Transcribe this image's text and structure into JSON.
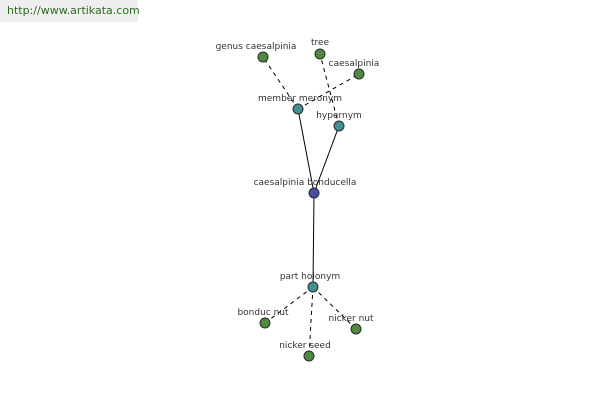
{
  "watermark": "http://www.artikata.com",
  "colors": {
    "leaf": "#4f8a3f",
    "relation": "#3f8f95",
    "center": "#4a4aa8"
  },
  "nodes": [
    {
      "id": "center",
      "label": "caesalpinia bonducella",
      "kind": "center"
    },
    {
      "id": "member-meronym",
      "label": "member meronym",
      "kind": "relation"
    },
    {
      "id": "hypernym",
      "label": "hypernym",
      "kind": "relation"
    },
    {
      "id": "part-holonym",
      "label": "part holonym",
      "kind": "relation"
    },
    {
      "id": "genus-caesalpinia",
      "label": "genus caesalpinia",
      "kind": "leaf"
    },
    {
      "id": "tree",
      "label": "tree",
      "kind": "leaf"
    },
    {
      "id": "caesalpinia",
      "label": "caesalpinia",
      "kind": "leaf"
    },
    {
      "id": "bonduc-nut",
      "label": "bonduc nut",
      "kind": "leaf"
    },
    {
      "id": "nicker-nut",
      "label": "nicker nut",
      "kind": "leaf"
    },
    {
      "id": "nicker-seed",
      "label": "nicker seed",
      "kind": "leaf"
    }
  ],
  "edges": [
    {
      "from": "center",
      "to": "member-meronym",
      "style": "solid"
    },
    {
      "from": "center",
      "to": "hypernym",
      "style": "solid"
    },
    {
      "from": "center",
      "to": "part-holonym",
      "style": "solid"
    },
    {
      "from": "member-meronym",
      "to": "genus-caesalpinia",
      "style": "dashed"
    },
    {
      "from": "member-meronym",
      "to": "caesalpinia",
      "style": "dashed"
    },
    {
      "from": "hypernym",
      "to": "tree",
      "style": "dashed"
    },
    {
      "from": "part-holonym",
      "to": "bonduc-nut",
      "style": "dashed"
    },
    {
      "from": "part-holonym",
      "to": "nicker-nut",
      "style": "dashed"
    },
    {
      "from": "part-holonym",
      "to": "nicker-seed",
      "style": "dashed"
    }
  ]
}
